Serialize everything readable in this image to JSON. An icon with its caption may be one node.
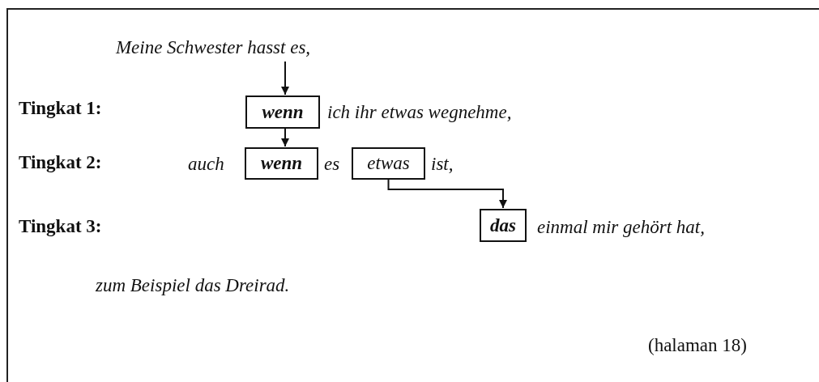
{
  "diagram": {
    "nodes": [
      {
        "text": [
          "Meine Schwester hasst es,"
        ]
      },
      {
        "text": [
          "wenn"
        ]
      },
      {
        "text": [
          "wenn"
        ]
      },
      {
        "text": [
          "etwas"
        ]
      },
      {
        "text": [
          "das"
        ]
      }
    ],
    "edges": [
      {
        "from": 0,
        "to": 1,
        "arrow": "to"
      },
      {
        "from": 1,
        "to": 2,
        "arrow": "to"
      },
      {
        "from": 3,
        "to": 4,
        "arrow": "to"
      }
    ],
    "labels": [
      "Tingkat 1:",
      "ich ihr etwas wegnehme,",
      "Tingkat 2:",
      "auch",
      "es",
      "ist,",
      "Tingkat 3:",
      "einmal mir gehört hat,",
      "zum Beispiel das Dreirad.",
      "(halaman 18)"
    ]
  }
}
